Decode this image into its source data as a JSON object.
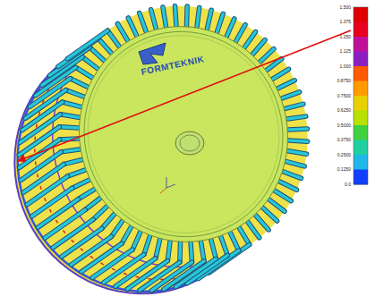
{
  "diagram": {
    "labels": [
      "FORMTEKNIK",
      "1.500",
      "1.375",
      "1.250",
      "1.125",
      "1.000",
      "0.8750",
      "0.7500",
      "0.6250",
      "0.5000",
      "0.3750",
      "0.2500",
      "0.1250",
      "0.0"
    ]
  }
}
